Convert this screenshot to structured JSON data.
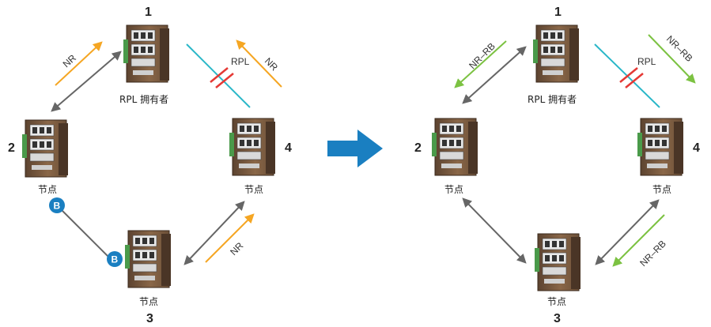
{
  "colors": {
    "orange_arrow": "#f5a623",
    "green_arrow": "#7cc242",
    "gray_link": "#666666",
    "cyan_link": "#2ab7c8",
    "rpl_block": "#e53935",
    "badge": "#1a7fc1",
    "transition_arrow": "#1a7fc1",
    "device_body": "#7a5a3c"
  },
  "left": {
    "node1": {
      "number": "1",
      "label": "RPL 拥有者"
    },
    "node2": {
      "number": "2",
      "label": "节点"
    },
    "node3": {
      "number": "3",
      "label": "节点"
    },
    "node4": {
      "number": "4",
      "label": "节点"
    },
    "msg_nr_top_left": "NR",
    "msg_nr_top_right": "NR",
    "msg_nr_bottom": "NR",
    "rpl_label": "RPL",
    "badge_top": "B",
    "badge_bottom": "B"
  },
  "right": {
    "node1": {
      "number": "1",
      "label": "RPL 拥有者"
    },
    "node2": {
      "number": "2",
      "label": "节点"
    },
    "node3": {
      "number": "3",
      "label": "节点"
    },
    "node4": {
      "number": "4",
      "label": "节点"
    },
    "msg_top_left": "NR–RB",
    "msg_top_right": "NR–RB",
    "msg_bottom": "NR–RB",
    "rpl_label": "RPL"
  }
}
